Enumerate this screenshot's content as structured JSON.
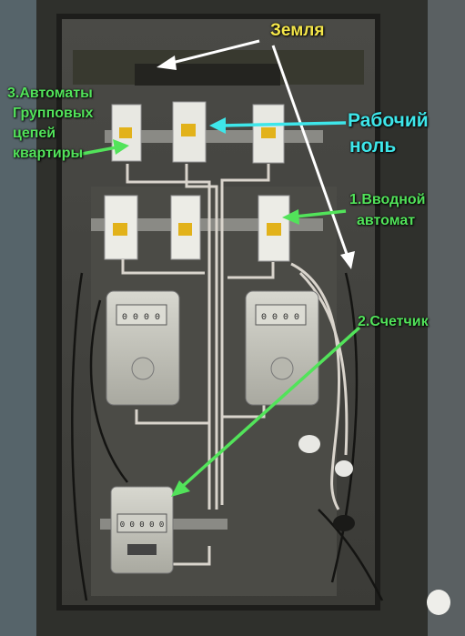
{
  "labels": {
    "ground": "Земля",
    "group_breakers": [
      "3.Автоматы",
      "Групповых",
      "цепей",
      "квартиры"
    ],
    "working_neutral": [
      "Рабочий",
      "ноль"
    ],
    "input_breaker": [
      "1.Вводной",
      "автомат"
    ],
    "meter": "2.Счетчик"
  },
  "meter_display": {
    "digits_left": "0 0 0 0",
    "digits_right": "0 0 0 0",
    "digits_bottom": "0 0 0 0 0"
  },
  "colors": {
    "ground_label": "#f4e64a",
    "neutral_label": "#3ee6ea",
    "annotation_green": "#52e35a",
    "arrow_white": "#ffffff"
  }
}
